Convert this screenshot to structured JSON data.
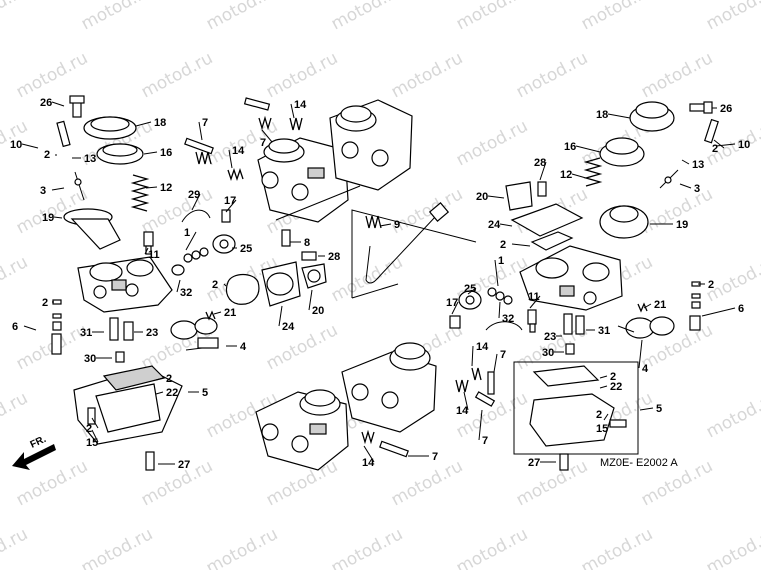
{
  "labels": {
    "front": "FR.",
    "diagram_code": "MZ0E- E2002  A"
  },
  "watermark": {
    "text": "motod.ru",
    "color": "#d7d7d7"
  },
  "callouts": [
    {
      "id": "c1",
      "text": "26"
    },
    {
      "id": "c2",
      "text": "18"
    },
    {
      "id": "c3",
      "text": "10"
    },
    {
      "id": "c4",
      "text": "2"
    },
    {
      "id": "c5",
      "text": "13"
    },
    {
      "id": "c6",
      "text": "16"
    },
    {
      "id": "c7",
      "text": "12"
    },
    {
      "id": "c8",
      "text": "3"
    },
    {
      "id": "c9",
      "text": "19"
    },
    {
      "id": "c10",
      "text": "11"
    },
    {
      "id": "c11",
      "text": "2"
    },
    {
      "id": "c12",
      "text": "6"
    },
    {
      "id": "c13",
      "text": "31"
    },
    {
      "id": "c14",
      "text": "23"
    },
    {
      "id": "c15",
      "text": "30"
    },
    {
      "id": "c16",
      "text": "2"
    },
    {
      "id": "c17",
      "text": "22"
    },
    {
      "id": "c18",
      "text": "5"
    },
    {
      "id": "c19",
      "text": "2"
    },
    {
      "id": "c20",
      "text": "15"
    },
    {
      "id": "c21",
      "text": "27"
    },
    {
      "id": "c22",
      "text": "4"
    },
    {
      "id": "c23",
      "text": "21"
    },
    {
      "id": "c24",
      "text": "32"
    },
    {
      "id": "c25",
      "text": "1"
    },
    {
      "id": "c26",
      "text": "29"
    },
    {
      "id": "c27",
      "text": "17"
    },
    {
      "id": "c28",
      "text": "25"
    },
    {
      "id": "c29",
      "text": "2"
    },
    {
      "id": "c30",
      "text": "24"
    },
    {
      "id": "c31",
      "text": "20"
    },
    {
      "id": "c32",
      "text": "28"
    },
    {
      "id": "c33",
      "text": "8"
    },
    {
      "id": "c34",
      "text": "7"
    },
    {
      "id": "c35",
      "text": "14"
    },
    {
      "id": "c36",
      "text": "7"
    },
    {
      "id": "c37",
      "text": "14"
    },
    {
      "id": "c38",
      "text": "9"
    },
    {
      "id": "c39",
      "text": "18"
    },
    {
      "id": "c40",
      "text": "26"
    },
    {
      "id": "c41",
      "text": "16"
    },
    {
      "id": "c42",
      "text": "2"
    },
    {
      "id": "c43",
      "text": "10"
    },
    {
      "id": "c44",
      "text": "13"
    },
    {
      "id": "c45",
      "text": "12"
    },
    {
      "id": "c46",
      "text": "3"
    },
    {
      "id": "c47",
      "text": "28"
    },
    {
      "id": "c48",
      "text": "20"
    },
    {
      "id": "c49",
      "text": "24"
    },
    {
      "id": "c50",
      "text": "19"
    },
    {
      "id": "c51",
      "text": "2"
    },
    {
      "id": "c52",
      "text": "1"
    },
    {
      "id": "c53",
      "text": "25"
    },
    {
      "id": "c54",
      "text": "17"
    },
    {
      "id": "c55",
      "text": "11"
    },
    {
      "id": "c56",
      "text": "32"
    },
    {
      "id": "c57",
      "text": "23"
    },
    {
      "id": "c58",
      "text": "31"
    },
    {
      "id": "c59",
      "text": "30"
    },
    {
      "id": "c60",
      "text": "21"
    },
    {
      "id": "c61",
      "text": "2"
    },
    {
      "id": "c62",
      "text": "6"
    },
    {
      "id": "c63",
      "text": "4"
    },
    {
      "id": "c64",
      "text": "14"
    },
    {
      "id": "c65",
      "text": "7"
    },
    {
      "id": "c66",
      "text": "14"
    },
    {
      "id": "c67",
      "text": "7"
    },
    {
      "id": "c68",
      "text": "2"
    },
    {
      "id": "c69",
      "text": "22"
    },
    {
      "id": "c70",
      "text": "5"
    },
    {
      "id": "c71",
      "text": "2"
    },
    {
      "id": "c72",
      "text": "15"
    },
    {
      "id": "c73",
      "text": "27"
    },
    {
      "id": "c74",
      "text": "14"
    },
    {
      "id": "c75",
      "text": "7"
    }
  ]
}
